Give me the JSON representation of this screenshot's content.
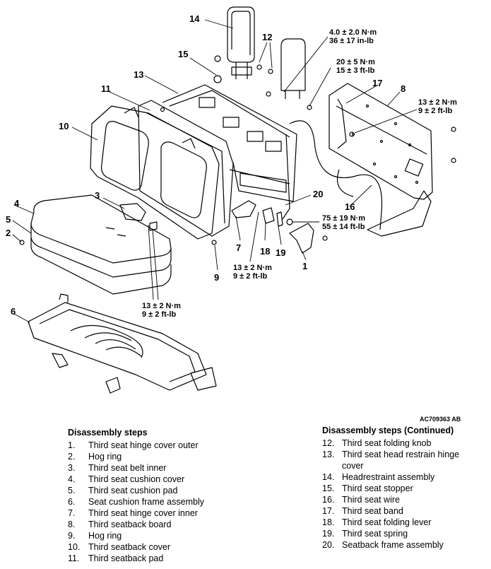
{
  "figure_id": "AC709363 AB",
  "callouts": [
    {
      "id": "c1",
      "text": "1"
    },
    {
      "id": "c2",
      "text": "2"
    },
    {
      "id": "c3",
      "text": "3"
    },
    {
      "id": "c4",
      "text": "4"
    },
    {
      "id": "c5",
      "text": "5"
    },
    {
      "id": "c6",
      "text": "6"
    },
    {
      "id": "c7",
      "text": "7"
    },
    {
      "id": "c8",
      "text": "8"
    },
    {
      "id": "c9",
      "text": "9"
    },
    {
      "id": "c10",
      "text": "10"
    },
    {
      "id": "c11",
      "text": "11"
    },
    {
      "id": "c12",
      "text": "12"
    },
    {
      "id": "c13",
      "text": "13"
    },
    {
      "id": "c14",
      "text": "14"
    },
    {
      "id": "c15",
      "text": "15"
    },
    {
      "id": "c16",
      "text": "16"
    },
    {
      "id": "c17",
      "text": "17"
    },
    {
      "id": "c18",
      "text": "18"
    },
    {
      "id": "c19",
      "text": "19"
    },
    {
      "id": "c20",
      "text": "20"
    }
  ],
  "torques": [
    {
      "id": "t1",
      "line1": "4.0 ± 2.0 N·m",
      "line2": "36 ± 17 in-lb"
    },
    {
      "id": "t2",
      "line1": "20 ± 5 N·m",
      "line2": "15 ± 3 ft-lb"
    },
    {
      "id": "t3",
      "line1": "13 ± 2 N·m",
      "line2": "9 ± 2 ft-lb"
    },
    {
      "id": "t4",
      "line1": "75 ± 19 N·m",
      "line2": "55 ± 14 ft-lb"
    },
    {
      "id": "t5",
      "line1": "13 ± 2 N·m",
      "line2": "9 ± 2 ft-lb"
    },
    {
      "id": "t6",
      "line1": "13 ± 2 N·m",
      "line2": "9 ± 2 ft-lb"
    }
  ],
  "steps_left": {
    "title": "Disassembly steps",
    "items": [
      {
        "num": "1.",
        "text": "Third seat hinge cover outer"
      },
      {
        "num": "2.",
        "text": "Hog ring"
      },
      {
        "num": "3.",
        "text": "Third seat belt inner"
      },
      {
        "num": "4.",
        "text": "Third seat cushion cover"
      },
      {
        "num": "5.",
        "text": "Third seat cushion pad"
      },
      {
        "num": "6.",
        "text": "Seat cushion frame assembly"
      },
      {
        "num": "7.",
        "text": "Third seat hinge cover inner"
      },
      {
        "num": "8.",
        "text": "Third seatback board"
      },
      {
        "num": "9.",
        "text": "Hog ring"
      },
      {
        "num": "10.",
        "text": "Third seatback cover"
      },
      {
        "num": "11.",
        "text": "Third seatback pad"
      }
    ]
  },
  "steps_right": {
    "title": "Disassembly steps (Continued)",
    "items": [
      {
        "num": "12.",
        "text": "Third seat folding knob"
      },
      {
        "num": "13.",
        "text": "Third seat head restrain hinge cover"
      },
      {
        "num": "14.",
        "text": "Headrestraint assembly"
      },
      {
        "num": "15.",
        "text": "Third seat stopper"
      },
      {
        "num": "16.",
        "text": "Third seat wire"
      },
      {
        "num": "17.",
        "text": "Third seat band"
      },
      {
        "num": "18.",
        "text": "Third seat folding lever"
      },
      {
        "num": "19.",
        "text": "Third seat spring"
      },
      {
        "num": "20.",
        "text": "Seatback frame assembly"
      }
    ]
  }
}
